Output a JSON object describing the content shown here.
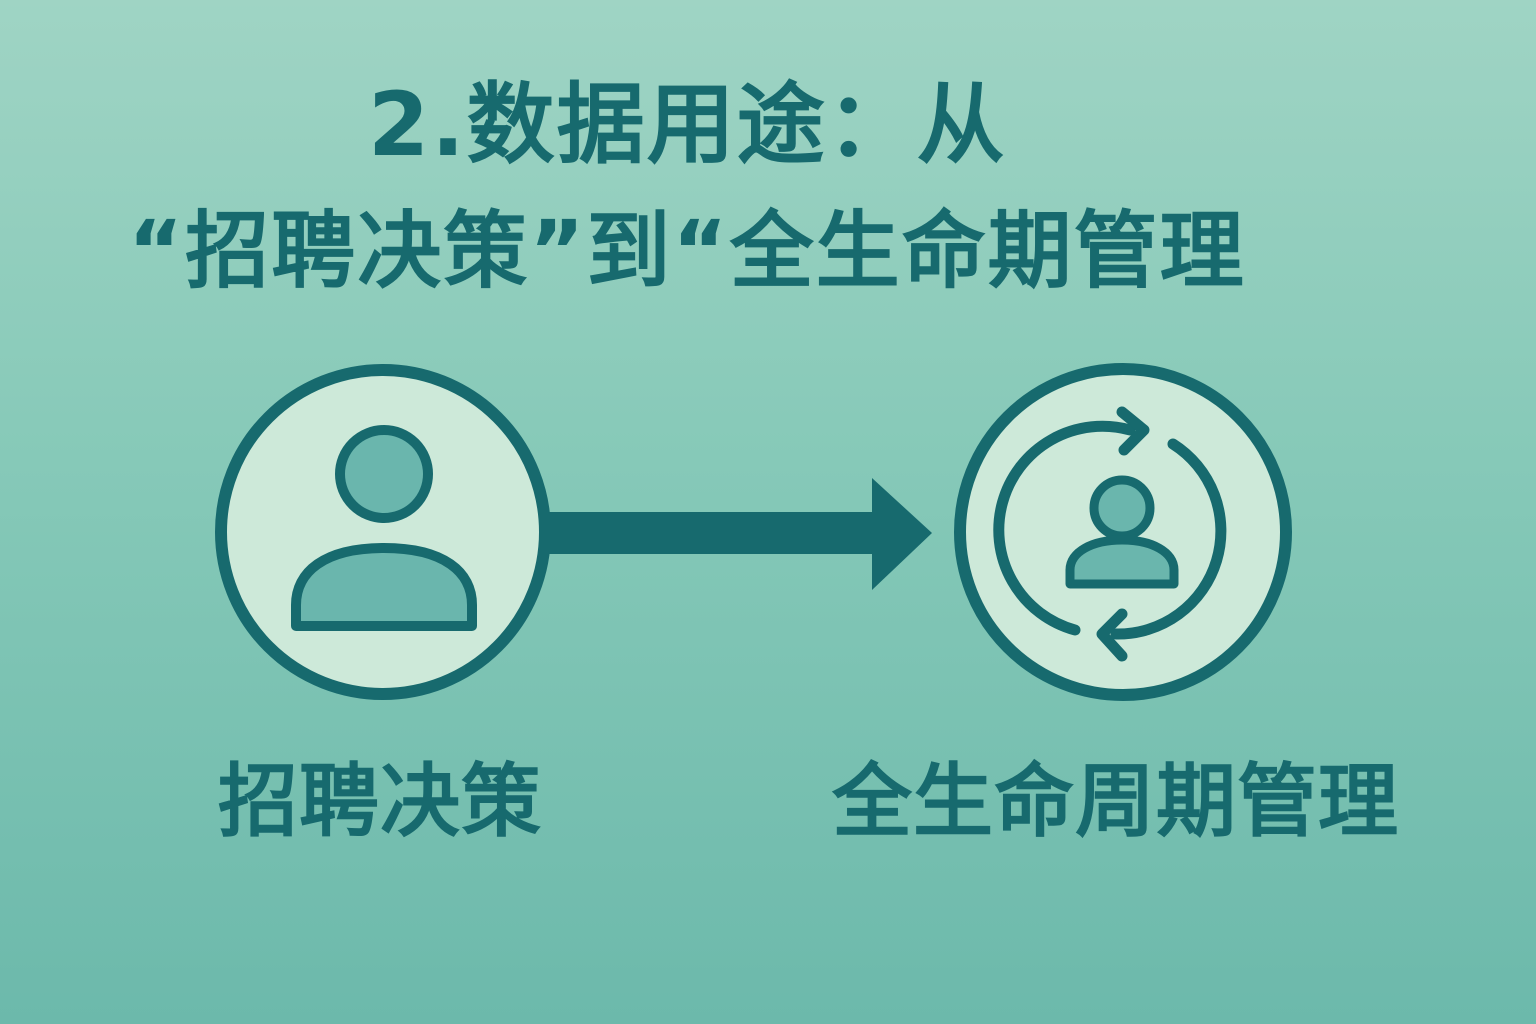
{
  "title": {
    "line1": "2.数据用途：从",
    "line2": "“招聘决策”到“全生命期管理"
  },
  "nodes": [
    {
      "label": "招聘决策",
      "icon": "person-icon"
    },
    {
      "label": "全生命周期管理",
      "icon": "cycle-person-icon"
    }
  ],
  "connector": {
    "icon": "arrow-right-icon"
  },
  "colors": {
    "background_top": "#9fd4c4",
    "background_bottom": "#6cb9ab",
    "primary": "#176a6e",
    "circle_fill": "#cde9d9",
    "icon_fill": "#6ab6ad"
  }
}
